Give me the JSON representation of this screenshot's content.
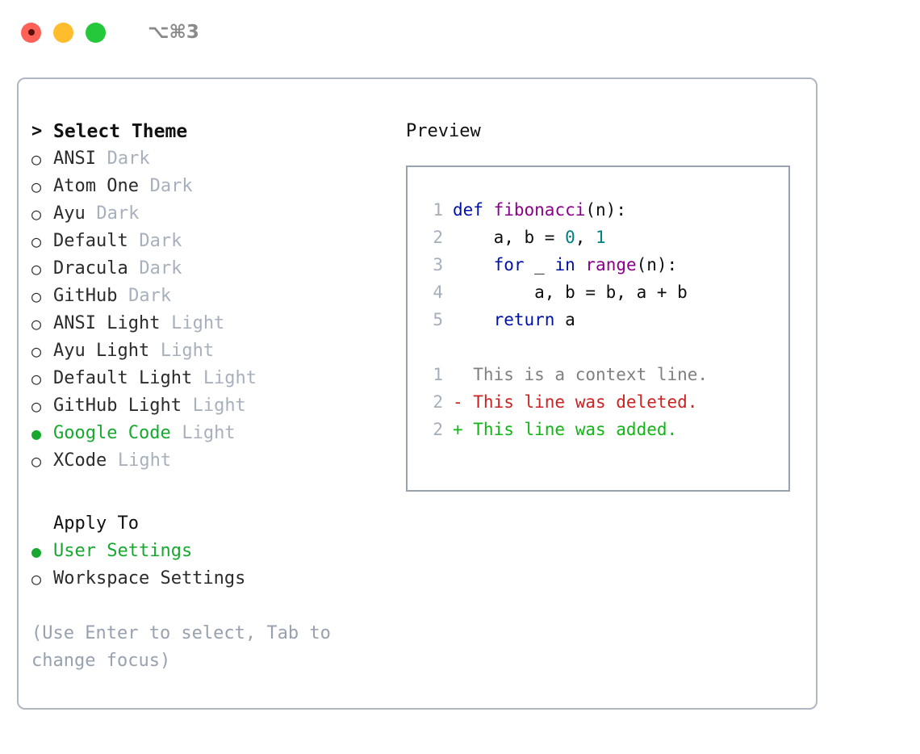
{
  "titlebar": {
    "shortcut": "⌥⌘3",
    "buttons": [
      "close",
      "minimize",
      "maximize"
    ]
  },
  "left": {
    "section_title": "Select Theme",
    "caret": ">",
    "marker_on": "●",
    "marker_off": "○",
    "themes": [
      {
        "name": "ANSI",
        "badge": "Dark",
        "selected": false
      },
      {
        "name": "Atom One",
        "badge": "Dark",
        "selected": false
      },
      {
        "name": "Ayu",
        "badge": "Dark",
        "selected": false
      },
      {
        "name": "Default",
        "badge": "Dark",
        "selected": false
      },
      {
        "name": "Dracula",
        "badge": "Dark",
        "selected": false
      },
      {
        "name": "GitHub",
        "badge": "Dark",
        "selected": false
      },
      {
        "name": "ANSI Light",
        "badge": "Light",
        "selected": false
      },
      {
        "name": "Ayu Light",
        "badge": "Light",
        "selected": false
      },
      {
        "name": "Default Light",
        "badge": "Light",
        "selected": false
      },
      {
        "name": "GitHub Light",
        "badge": "Light",
        "selected": false
      },
      {
        "name": "Google Code",
        "badge": "Light",
        "selected": true
      },
      {
        "name": "XCode",
        "badge": "Light",
        "selected": false
      }
    ],
    "apply_to_label": "Apply To",
    "apply_to_options": [
      {
        "name": "User Settings",
        "selected": true
      },
      {
        "name": "Workspace Settings",
        "selected": false
      }
    ],
    "hint": "(Use Enter to select, Tab to change focus)"
  },
  "right": {
    "preview_title": "Preview",
    "code_lines": [
      {
        "no": "1",
        "tokens": [
          {
            "t": "def",
            "c": "kw"
          },
          {
            "t": " ",
            "c": "pl"
          },
          {
            "t": "fibonacci",
            "c": "fn"
          },
          {
            "t": "(n):",
            "c": "pl"
          }
        ]
      },
      {
        "no": "2",
        "tokens": [
          {
            "t": "    a, b = ",
            "c": "pl"
          },
          {
            "t": "0",
            "c": "num"
          },
          {
            "t": ", ",
            "c": "pl"
          },
          {
            "t": "1",
            "c": "num"
          }
        ]
      },
      {
        "no": "3",
        "tokens": [
          {
            "t": "    ",
            "c": "pl"
          },
          {
            "t": "for",
            "c": "kw"
          },
          {
            "t": " _ ",
            "c": "pl"
          },
          {
            "t": "in",
            "c": "kw"
          },
          {
            "t": " ",
            "c": "pl"
          },
          {
            "t": "range",
            "c": "fn"
          },
          {
            "t": "(n):",
            "c": "pl"
          }
        ]
      },
      {
        "no": "4",
        "tokens": [
          {
            "t": "        a, b = b, a + b",
            "c": "pl"
          }
        ]
      },
      {
        "no": "5",
        "tokens": [
          {
            "t": "    ",
            "c": "pl"
          },
          {
            "t": "return",
            "c": "kw"
          },
          {
            "t": " a",
            "c": "pl"
          }
        ]
      }
    ],
    "diff_lines": [
      {
        "no": "1",
        "marker": " ",
        "text": "This is a context line.",
        "kind": "ctx"
      },
      {
        "no": "2",
        "marker": "-",
        "text": "This line was deleted.",
        "kind": "del"
      },
      {
        "no": "2",
        "marker": "+",
        "text": "This line was added.",
        "kind": "add"
      }
    ]
  },
  "colors": {
    "accent_green": "#17a92f",
    "badge_gray": "#a7b0bd",
    "hint_gray": "#97a1b0",
    "border": "#aeb7c2",
    "preview_border": "#97a3b0",
    "kw_blue": "#0011aa",
    "fn_purple": "#8b008b",
    "num_teal": "#008080",
    "diff_add": "#11b515",
    "diff_del": "#cc2222",
    "diff_ctx": "#808080",
    "light_red": "#ff6159",
    "light_yellow": "#ffbd2e",
    "light_green": "#25c83a"
  }
}
